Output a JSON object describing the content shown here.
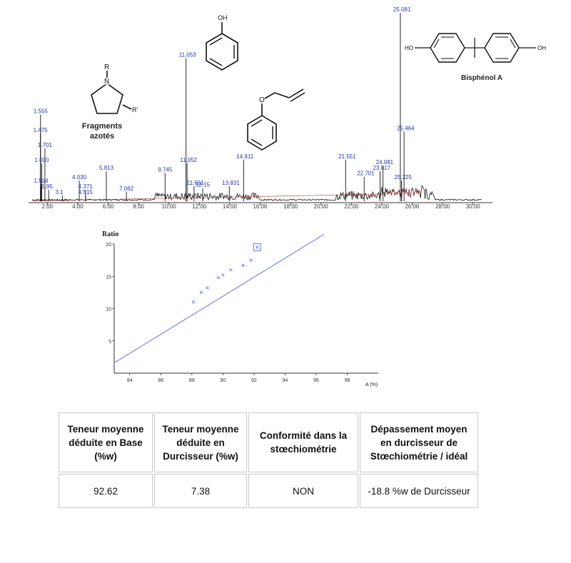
{
  "chromatogram": {
    "x_ticks": [
      "2.00",
      "4.00",
      "6.00",
      "8.00",
      "10.00",
      "12.00",
      "14.00",
      "16.00",
      "18.00",
      "20.00",
      "22.00",
      "24.00",
      "26.00",
      "28.00",
      "30.00"
    ],
    "peaks": [
      {
        "rt": 1.555,
        "label": "1.555",
        "intensity": 0.46
      },
      {
        "rt": 1.475,
        "label": "1.475",
        "intensity": 0.36
      },
      {
        "rt": 1.701,
        "label": "1.701",
        "intensity": 0.28
      },
      {
        "rt": 1.636,
        "label": "1.000",
        "intensity": 0.2
      },
      {
        "rt": 1.514,
        "label": "1.514",
        "intensity": 0.09
      },
      {
        "rt": 1.95,
        "label": "1.95",
        "intensity": 0.06
      },
      {
        "rt": 3.0,
        "label": "3.1",
        "intensity": 0.03
      },
      {
        "rt": 4.03,
        "label": "4.030",
        "intensity": 0.11
      },
      {
        "rt": 4.371,
        "label": "4.371",
        "intensity": 0.06
      },
      {
        "rt": 4.515,
        "label": "4.515",
        "intensity": 0.03
      },
      {
        "rt": 5.813,
        "label": "5.813",
        "intensity": 0.16
      },
      {
        "rt": 7.062,
        "label": "7.062",
        "intensity": 0.05
      },
      {
        "rt": 9.745,
        "label": "9.745",
        "intensity": 0.15
      },
      {
        "rt": 11.053,
        "label": "11.053",
        "intensity": 0.76
      },
      {
        "rt": 11.052,
        "label": "11.052",
        "intensity": 0.2
      },
      {
        "rt": 11.651,
        "label": "11.651",
        "intensity": 0.08
      },
      {
        "rt": 12.15,
        "label": "12.15",
        "intensity": 0.07
      },
      {
        "rt": 13.831,
        "label": "13.831",
        "intensity": 0.08
      },
      {
        "rt": 14.911,
        "label": "14.911",
        "intensity": 0.22
      },
      {
        "rt": 21.551,
        "label": "21.551",
        "intensity": 0.22
      },
      {
        "rt": 22.701,
        "label": "22.701",
        "intensity": 0.13
      },
      {
        "rt": 24.081,
        "label": "24.081",
        "intensity": 0.19
      },
      {
        "rt": 23.817,
        "label": "23.817",
        "intensity": 0.16
      },
      {
        "rt": 25.081,
        "label": "25.081",
        "intensity": 1.0
      },
      {
        "rt": 25.464,
        "label": "25.464",
        "intensity": 0.37
      },
      {
        "rt": 25.225,
        "label": "25.225",
        "intensity": 0.11
      }
    ]
  },
  "molecules": {
    "phenol": {
      "label": "OH"
    },
    "pyrrolidine": {
      "r_label": "R",
      "r2_label": "R'",
      "caption": "Fragments azotés"
    },
    "allyl_ether": {
      "label": "O"
    },
    "bisphenol": {
      "left_oh": "HO",
      "right_oh": "OH",
      "caption": "Bisphénol A"
    }
  },
  "chart_data": {
    "type": "scatter",
    "ylabel": "Ratio",
    "xlabel": "A (%)",
    "xlim": [
      83,
      100
    ],
    "ylim": [
      0,
      20
    ],
    "x_ticks": [
      84,
      86,
      88,
      90,
      92,
      94,
      96,
      98
    ],
    "y_ticks": [
      5,
      10,
      15,
      20
    ],
    "series": [
      {
        "points": [
          [
            88.1,
            11.0
          ],
          [
            88.6,
            12.5
          ],
          [
            89.0,
            13.2
          ],
          [
            89.7,
            14.8
          ],
          [
            90.0,
            15.2
          ],
          [
            90.5,
            16.0
          ],
          [
            91.3,
            16.7
          ],
          [
            91.8,
            17.5
          ]
        ]
      }
    ],
    "highlight_point": [
      92.2,
      19.5
    ],
    "fit_line": [
      [
        83,
        1.6
      ],
      [
        96.5,
        21.5
      ]
    ],
    "color": "#7a86e8"
  },
  "table": {
    "headers": [
      "Teneur moyenne déduite en Base (%w)",
      "Teneur moyenne déduite en Durcisseur (%w)",
      "Conformité dans la stœchiométrie",
      "Dépassement moyen en durcisseur de Stœchiométrie / idéal"
    ],
    "row": [
      "92.62",
      "7.38",
      "NON",
      "-18.8 %w de Durcisseur"
    ]
  }
}
